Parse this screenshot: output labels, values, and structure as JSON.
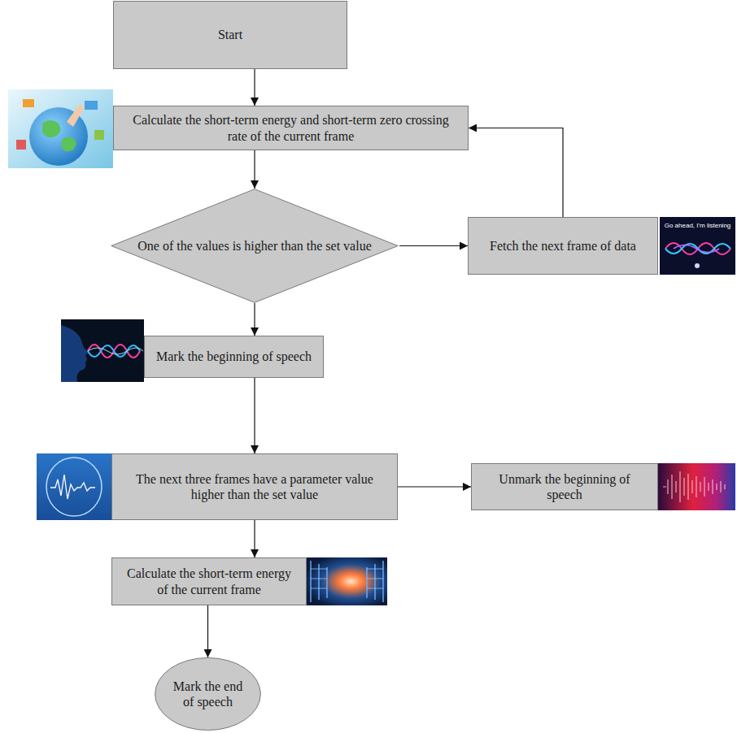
{
  "diagram": {
    "nodes": [
      {
        "text": [
          "Start"
        ]
      },
      {
        "text": [
          "Calculate the short-term energy and short-term zero crossing rate of the current frame"
        ]
      },
      {
        "text": [
          "One of the values is higher than the set value"
        ]
      },
      {
        "text": [
          "Fetch the next frame of data"
        ]
      },
      {
        "text": [
          "Mark the beginning of speech"
        ]
      },
      {
        "text": [
          "The next three frames have a parameter value higher than the set value"
        ]
      },
      {
        "text": [
          "Unmark the beginning of speech"
        ]
      },
      {
        "text": [
          "Calculate the short-term energy of the current frame"
        ]
      },
      {
        "text": [
          "Mark the end of speech"
        ]
      }
    ],
    "edges": [
      {
        "from": 0,
        "to": 1,
        "arrow": "to"
      },
      {
        "from": 1,
        "to": 2,
        "arrow": "to"
      },
      {
        "from": 2,
        "to": 3,
        "arrow": "to"
      },
      {
        "from": 3,
        "to": 1,
        "arrow": "to"
      },
      {
        "from": 2,
        "to": 4,
        "arrow": "to"
      },
      {
        "from": 4,
        "to": 5,
        "arrow": "to"
      },
      {
        "from": 5,
        "to": 6,
        "arrow": "to"
      },
      {
        "from": 5,
        "to": 7,
        "arrow": "to"
      },
      {
        "from": 7,
        "to": 8,
        "arrow": "to"
      }
    ],
    "labels": [
      "Go ahead, I'm listening"
    ]
  }
}
